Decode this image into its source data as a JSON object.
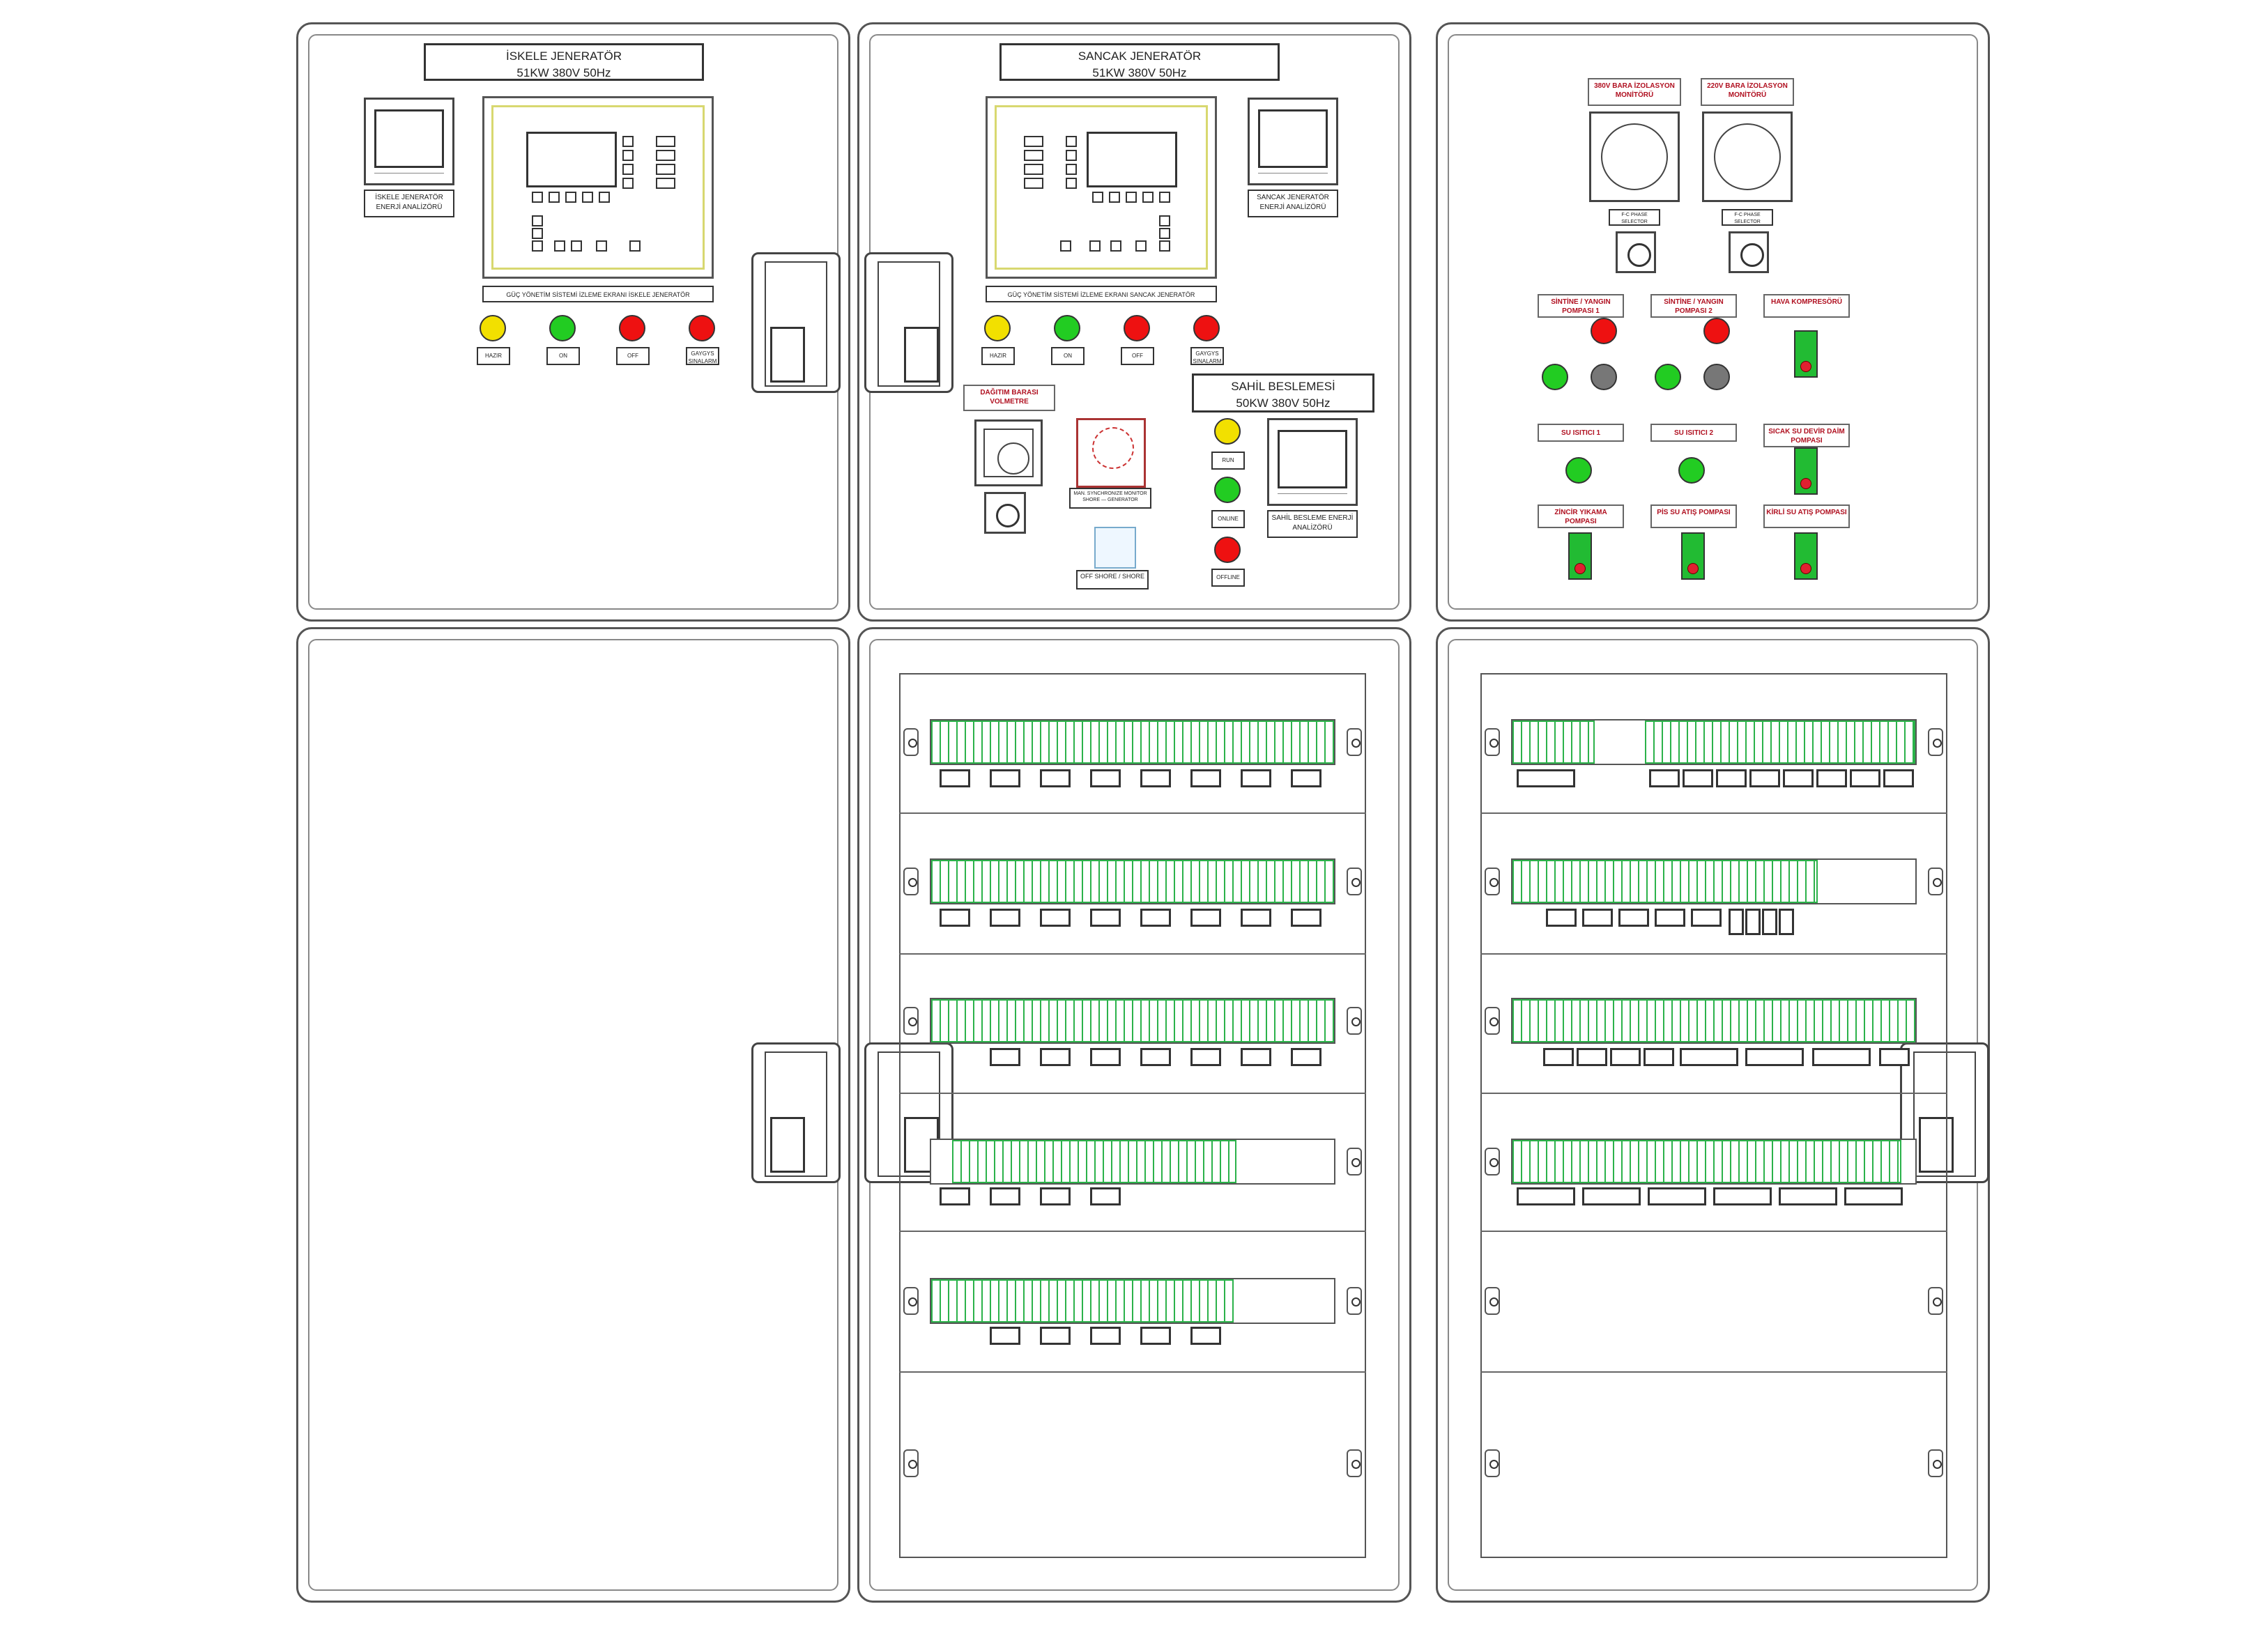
{
  "panels": {
    "port_gen": {
      "title_line1": "İSKELE JENERATÖR",
      "title_line2": "51KW 380V 50Hz",
      "analyzer_label": "İSKELE JENERATÖR ENERJİ ANALİZÖRÜ",
      "pms_label": "GÜÇ YÖNETİM SİSTEMİ İZLEME EKRANI İSKELE JENERATÖR",
      "lamps": [
        {
          "label": "HAZIR",
          "color": "#f2e000"
        },
        {
          "label": "ON",
          "color": "#22cc22"
        },
        {
          "label": "OFF",
          "color": "#ee1111"
        },
        {
          "label": "GAYGYS SINALARM",
          "color": "#ee1111"
        }
      ]
    },
    "stbd_gen": {
      "title_line1": "SANCAK JENERATÖR",
      "title_line2": "51KW 380V 50Hz",
      "analyzer_label": "SANCAK JENERATÖR ENERJİ ANALİZÖRÜ",
      "pms_label": "GÜÇ YÖNETİM SİSTEMİ İZLEME EKRANI SANCAK JENERATÖR",
      "lamps": [
        {
          "label": "HAZIR",
          "color": "#f2e000"
        },
        {
          "label": "ON",
          "color": "#22cc22"
        },
        {
          "label": "OFF",
          "color": "#ee1111"
        },
        {
          "label": "GAYGYS SINALARM",
          "color": "#ee1111"
        }
      ],
      "bus_voltmeter_label": "DAĞITIM BARASI VOLMETRE",
      "sync_label": "MAN. SYNCHRONIZE MONITOR SHORE — GENERATOR",
      "shore_switch_label": "OFF SHORE / SHORE",
      "shore_title_line1": "SAHİL BESLEMESİ",
      "shore_title_line2": "50KW 380V 50Hz",
      "shore_analyzer_label": "SAHİL BESLEME ENERJİ ANALİZÖRÜ",
      "shore_lamps": [
        {
          "label": "RUN",
          "color": "#f2e000"
        },
        {
          "label": "ONLINE",
          "color": "#22cc22"
        },
        {
          "label": "OFFLINE",
          "color": "#ee1111"
        }
      ]
    },
    "distribution": {
      "iso_380_label": "380V BARA İZOLASYON MONİTÖRÜ",
      "iso_220_label": "220V BARA İZOLASYON MONİTÖRÜ",
      "phase_selector_label": "F-C PHASE SELECTOR",
      "pumps": [
        {
          "label": "SİNTİNE / YANGIN POMPASI 1"
        },
        {
          "label": "SİNTİNE / YANGIN POMPASI 2"
        },
        {
          "label": "HAVA KOMPRESÖRÜ"
        },
        {
          "label": "SU ISITICI 1"
        },
        {
          "label": "SU ISITICI 2"
        },
        {
          "label": "SICAK SU DEVİR DAİM POMPASI"
        },
        {
          "label": "ZİNCİR YIKAMA POMPASI"
        },
        {
          "label": "PİS SU ATIŞ POMPASI"
        },
        {
          "label": "KİRLİ SU ATIŞ POMPASI"
        }
      ]
    }
  },
  "colors": {
    "breaker_green": "#2bb24a",
    "label_red": "#b01020",
    "lamp_yellow": "#f2e000",
    "lamp_green": "#22cc22",
    "lamp_red": "#ee1111",
    "lamp_gray": "#777777"
  }
}
